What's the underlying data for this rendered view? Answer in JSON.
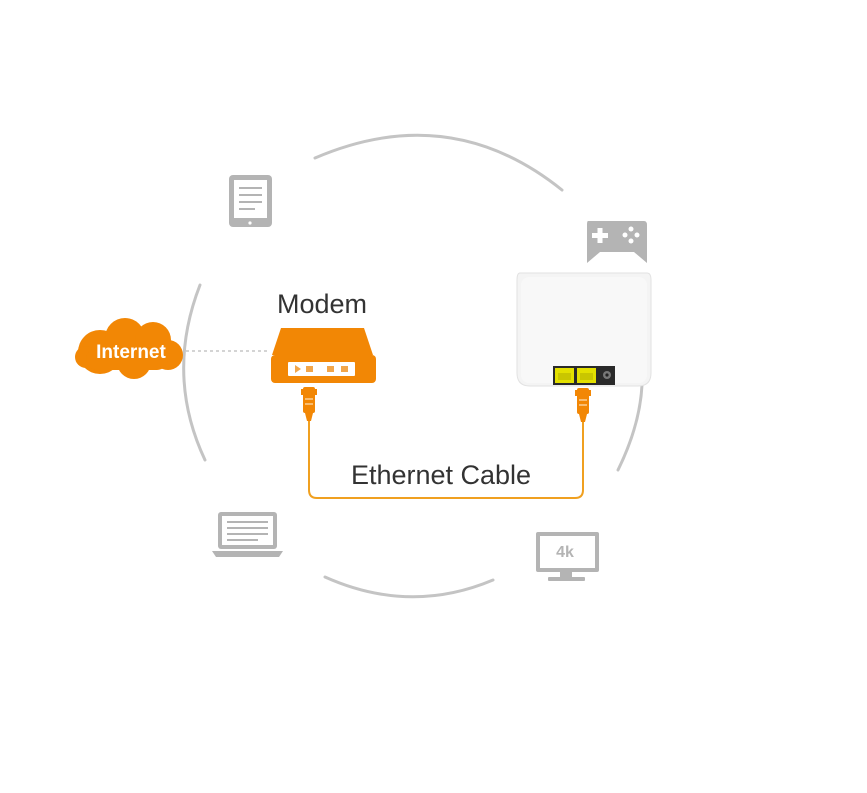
{
  "labels": {
    "internet": "Internet",
    "modem": "Modem",
    "ethernet_cable": "Ethernet Cable",
    "tv_badge": "4k"
  },
  "colors": {
    "accent": "#f28705",
    "cable": "#f0a020",
    "ring": "#c4c4c4",
    "icon_gray": "#b4b4b4",
    "router_body": "#f4f4f4",
    "port_yellow": "#e3e000",
    "text": "#333333"
  },
  "icons": {
    "tablet": "tablet-icon",
    "gamepad": "gamepad-icon",
    "laptop": "laptop-icon",
    "tv": "tv-4k-icon",
    "cloud": "cloud-icon",
    "modem": "modem-icon",
    "router": "router-icon"
  }
}
